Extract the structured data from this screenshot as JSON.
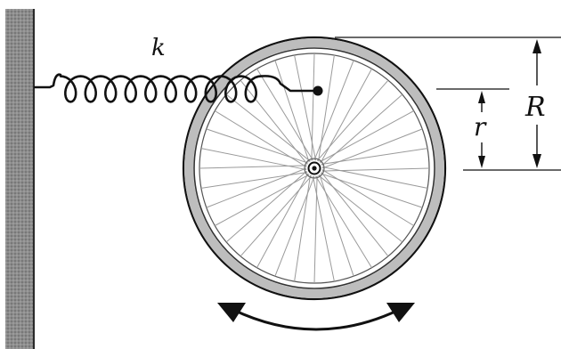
{
  "labels": {
    "spring_constant": "k",
    "outer_radius": "R",
    "inner_radius": "r"
  },
  "wheel": {
    "spoke_count": 36
  },
  "colors": {
    "wall_fill": "#8a8a8a",
    "wall_edge": "#2a2a2a",
    "ink": "#111111",
    "tire": "#b9b9b9",
    "spoke": "#9a9a9a"
  }
}
